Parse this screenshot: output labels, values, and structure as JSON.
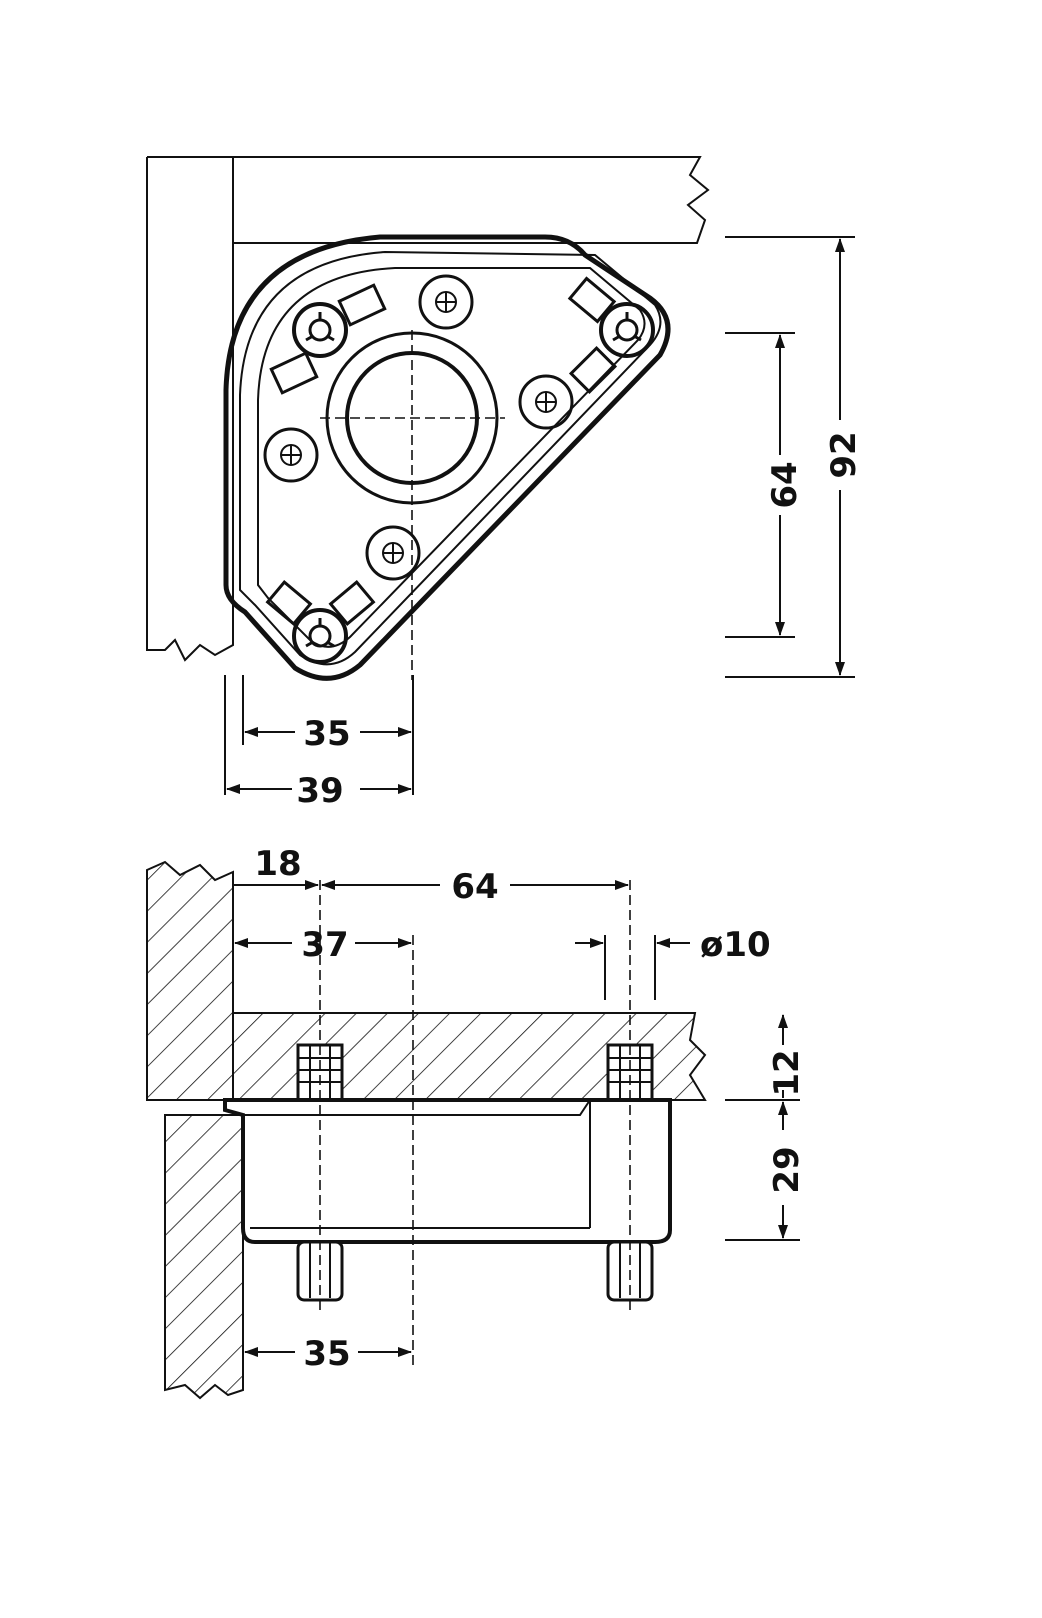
{
  "drawing": {
    "top_view": {
      "dim_width_inner": "35",
      "dim_width_outer": "39",
      "dim_hole_spacing": "64",
      "dim_height": "92"
    },
    "side_view": {
      "dim_edge_to_bolt": "18",
      "dim_bolt_spacing": "64",
      "dim_edge_to_center": "37",
      "dim_bolt_diameter": "ø10",
      "dim_panel_thickness": "12",
      "dim_body_height": "29",
      "dim_lower_offset": "35"
    },
    "colors": {
      "ink": "#111111",
      "paper": "#ffffff"
    }
  }
}
